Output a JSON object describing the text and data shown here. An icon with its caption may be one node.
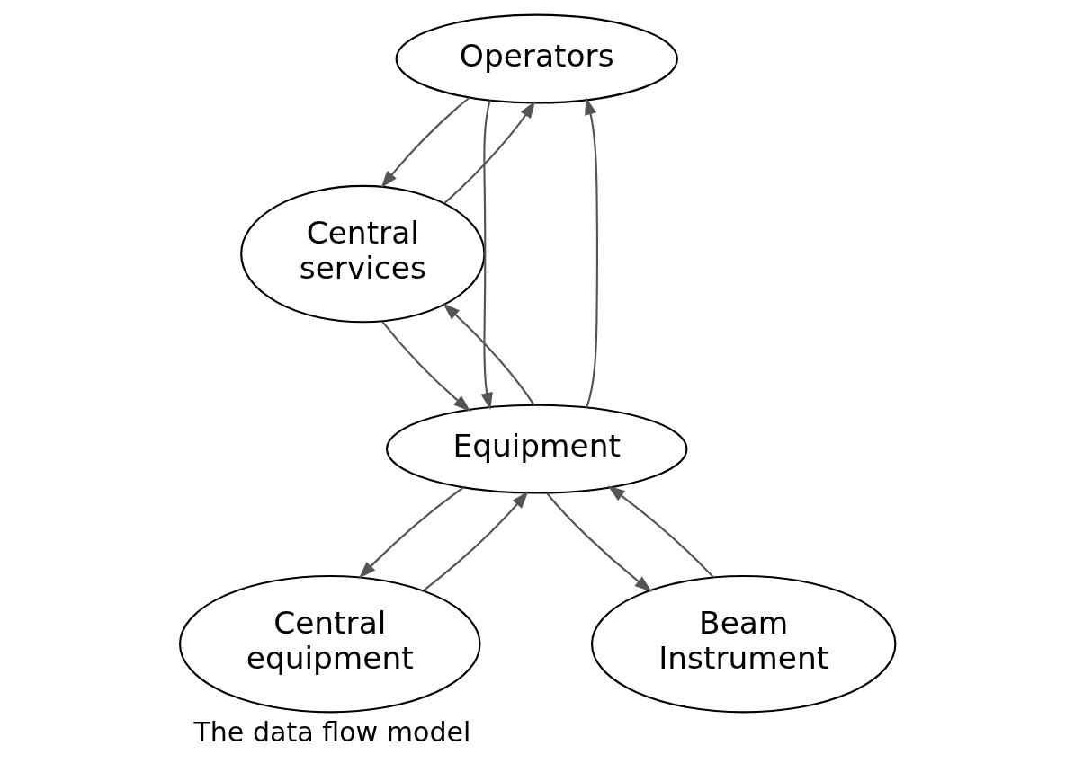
{
  "diagram": {
    "caption": "The data flow model",
    "nodes": [
      {
        "text": [
          "Operators"
        ]
      },
      {
        "text": [
          "Central services"
        ]
      },
      {
        "text": [
          "Equipment"
        ]
      },
      {
        "text": [
          "Central equipment"
        ]
      },
      {
        "text": [
          "Beam Instrument"
        ]
      }
    ],
    "edges": [
      {
        "from": 0,
        "to": 1,
        "arrow": "to"
      },
      {
        "from": 1,
        "to": 0,
        "arrow": "to"
      },
      {
        "from": 0,
        "to": 2,
        "arrow": "to"
      },
      {
        "from": 2,
        "to": 0,
        "arrow": "to"
      },
      {
        "from": 2,
        "to": 1,
        "arrow": "to"
      },
      {
        "from": 1,
        "to": 2,
        "arrow": "to"
      },
      {
        "from": 2,
        "to": 3,
        "arrow": "to"
      },
      {
        "from": 3,
        "to": 2,
        "arrow": "to"
      },
      {
        "from": 2,
        "to": 4,
        "arrow": "to"
      },
      {
        "from": 4,
        "to": 2,
        "arrow": "to"
      }
    ]
  }
}
